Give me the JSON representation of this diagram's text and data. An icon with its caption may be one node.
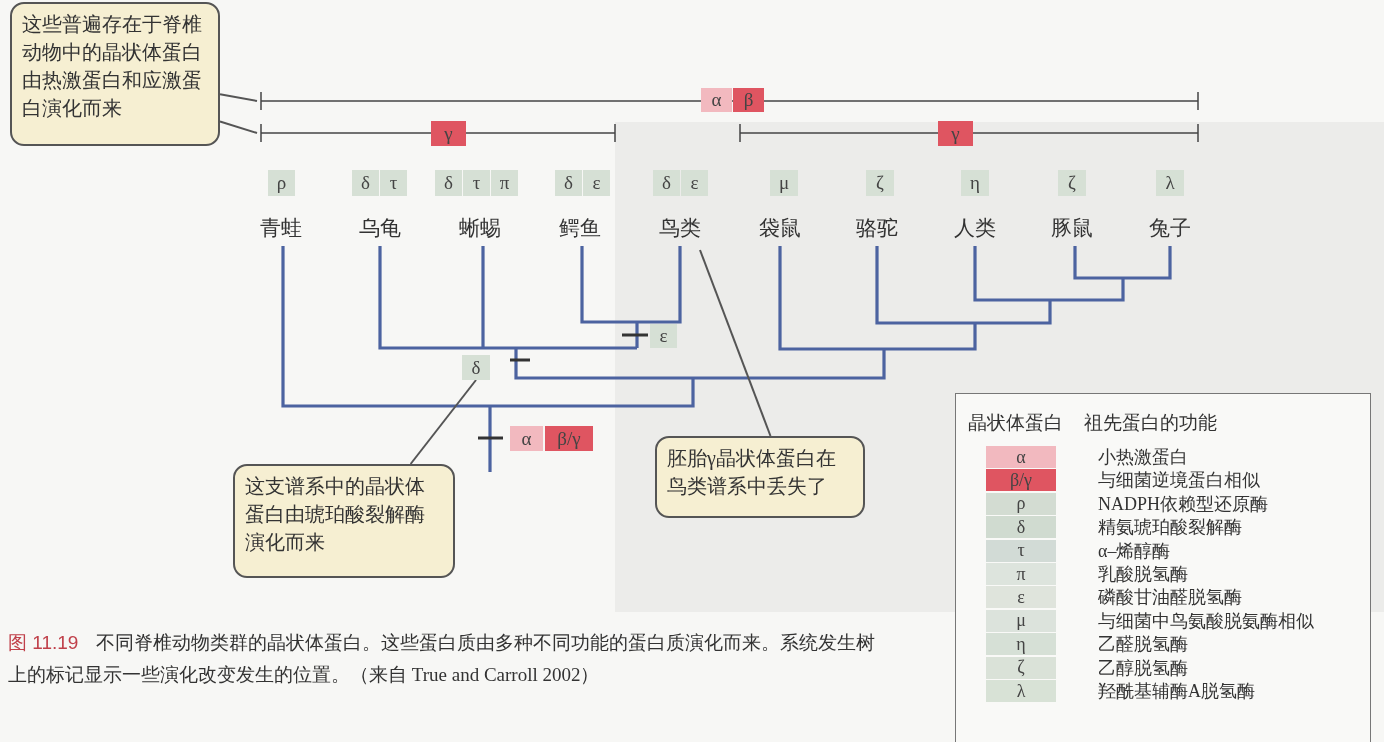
{
  "diagram": {
    "caption": "不同脊椎动物类群的晶状体蛋白。这些蛋白质由多种不同功能的蛋白质演化而来。系统发生树上的标记显示一些演化改变发生的位置。（来自 True and Carroll 2002）",
    "nodes": [
      {
        "text": [
          "这些普遍存在于脊椎动物中的晶状体蛋白由热激蛋白和应激蛋白演化而来"
        ]
      },
      {
        "text": [
          "α"
        ]
      },
      {
        "text": [
          "β"
        ]
      },
      {
        "text": [
          "γ"
        ]
      },
      {
        "text": [
          "γ"
        ]
      },
      {
        "text": [
          "ρ"
        ]
      },
      {
        "text": [
          "δ"
        ]
      },
      {
        "text": [
          "τ"
        ]
      },
      {
        "text": [
          "δ"
        ]
      },
      {
        "text": [
          "τ"
        ]
      },
      {
        "text": [
          "π"
        ]
      },
      {
        "text": [
          "δ"
        ]
      },
      {
        "text": [
          "ε"
        ]
      },
      {
        "text": [
          "δ"
        ]
      },
      {
        "text": [
          "ε"
        ]
      },
      {
        "text": [
          "μ"
        ]
      },
      {
        "text": [
          "ζ"
        ]
      },
      {
        "text": [
          "η"
        ]
      },
      {
        "text": [
          "ζ"
        ]
      },
      {
        "text": [
          "λ"
        ]
      },
      {
        "text": [
          "ε"
        ]
      },
      {
        "text": [
          "δ"
        ]
      },
      {
        "text": [
          "α"
        ]
      },
      {
        "text": [
          "β/γ"
        ]
      },
      {
        "text": [
          "这支谱系中的晶状体蛋白由琥珀酸裂解酶演化而来"
        ]
      },
      {
        "text": [
          "胚胎γ晶状体蛋白在鸟类谱系中丢失了"
        ]
      },
      {
        "text": [],
        "shape": "bar"
      },
      {
        "text": [],
        "shape": "bar"
      },
      {
        "text": [],
        "shape": "bar"
      }
    ],
    "edges": [
      {
        "from": 0,
        "to": 26,
        "arrow": "none"
      },
      {
        "from": 0,
        "to": 27,
        "arrow": "none"
      },
      {
        "from": 24,
        "to": 21,
        "arrow": "none"
      },
      {
        "from": 25,
        "to": null,
        "arrow": "none"
      }
    ],
    "labels": [
      "青蛙",
      "乌龟",
      "蜥蜴",
      "鳄鱼",
      "鸟类",
      "袋鼠",
      "骆驼",
      "人类",
      "豚鼠",
      "兔子",
      "晶状体蛋白",
      "祖先蛋白的功能",
      "α",
      "β/γ",
      "ρ",
      "δ",
      "τ",
      "π",
      "ε",
      "μ",
      "η",
      "ζ",
      "λ",
      "图 11.19"
    ],
    "legend": [
      {
        "text": "小热激蛋白",
        "color": "#f2b9bf"
      },
      {
        "text": "与细菌逆境蛋白相似",
        "color": "#df5561"
      },
      {
        "text": "NADPH依赖型还原酶",
        "color": "#d3dcd2"
      },
      {
        "text": "精氨琥珀酸裂解酶",
        "color": "#d0dbd0"
      },
      {
        "text": "α–烯醇酶",
        "color": "#d2dbd6"
      },
      {
        "text": "乳酸脱氢酶",
        "color": "#dde4dd"
      },
      {
        "text": "磷酸甘油醛脱氢酶",
        "color": "#dfe4dc"
      },
      {
        "text": "与细菌中鸟氨酸脱氨酶相似",
        "color": "#dce3dc"
      },
      {
        "text": "乙醛脱氢酶",
        "color": "#d6e0d6"
      },
      {
        "text": "乙醇脱氢酶",
        "color": "#dae2d8"
      },
      {
        "text": "羟酰基辅酶A脱氢酶",
        "color": "#d8e2d6"
      }
    ]
  }
}
